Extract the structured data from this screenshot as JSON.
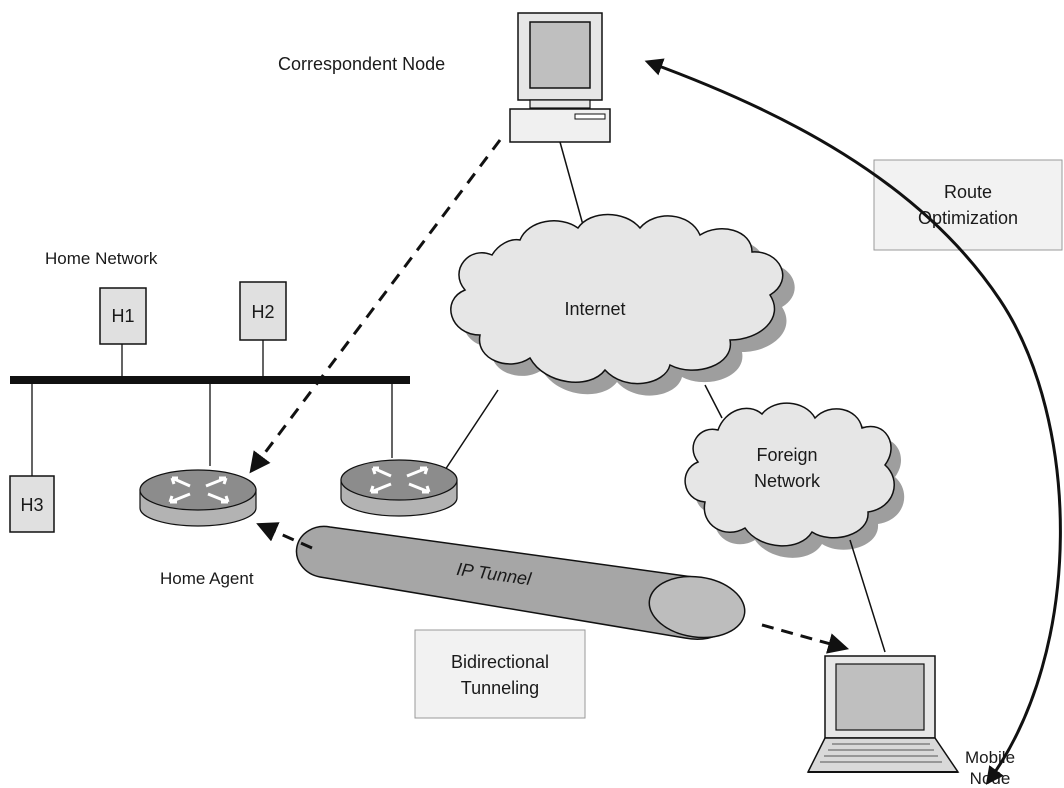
{
  "labels": {
    "correspondent_node": "Correspondent Node",
    "route_optimization_line1": "Route",
    "route_optimization_line2": "Optimization",
    "home_network": "Home Network",
    "internet": "Internet",
    "foreign_network_line1": "Foreign",
    "foreign_network_line2": "Network",
    "home_agent": "Home Agent",
    "ip_tunnel": "IP Tunnel",
    "bidirectional_line1": "Bidirectional",
    "bidirectional_line2": "Tunneling",
    "mobile_node_line1": "Mobile",
    "mobile_node_line2": "Node",
    "host_h1": "H1",
    "host_h2": "H2",
    "host_h3": "H3"
  },
  "colors": {
    "cloud_fill": "#e6e6e6",
    "cloud_shadow": "#999999",
    "router_top": "#8c8c8c",
    "router_side": "#b3b3b3",
    "host_fill": "#e0e0e0",
    "box_fill": "#f2f2f2",
    "tunnel_fill": "#a6a6a6"
  }
}
